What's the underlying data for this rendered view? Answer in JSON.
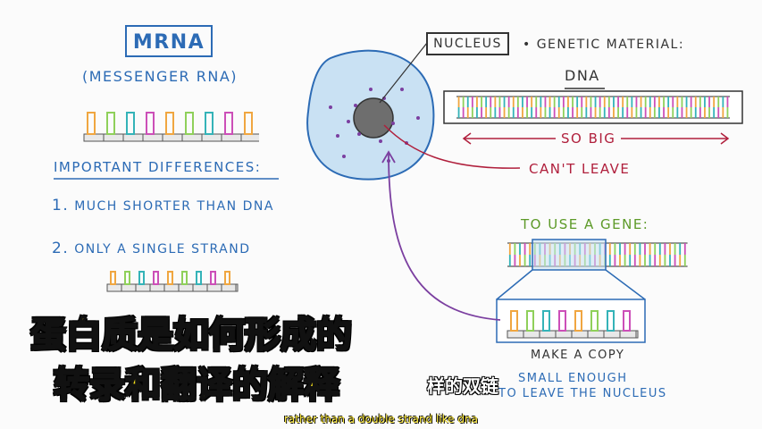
{
  "slide": {
    "mrna_title": "MRNA",
    "mrna_subtitle": "(MESSENGER RNA)",
    "differences_heading": "IMPORTANT DIFFERENCES:",
    "difference_1_num": "1.",
    "difference_1_text": "MUCH SHORTER THAN DNA",
    "difference_2_num": "2.",
    "difference_2_text": "ONLY A SINGLE STRAND",
    "nucleus_label": "NUCLEUS",
    "genetic_material": "• GENETIC MATERIAL:",
    "dna_label": "DNA",
    "so_big": "SO BIG",
    "cant_leave": "CAN'T LEAVE",
    "to_use_gene": "TO USE A GENE:",
    "make_copy": "MAKE A COPY",
    "small_enough_line1": "SMALL ENOUGH",
    "small_enough_line2": "TO LEAVE THE NUCLEUS"
  },
  "captions": {
    "overlay_line1": "蛋白质是如何形成的",
    "overlay_line2": "转录和翻译的解释",
    "subtitle_cn_fragment": "样的双链",
    "subtitle_en_fragment": "rather than a double strand like dna"
  },
  "colors": {
    "blue": "#2c6bb5",
    "dark_red": "#b01f3c",
    "green": "#5d9a28",
    "purple": "#7b3fa0",
    "cell_fill": "#c9e1f3",
    "overlay_yellow": "#f9e21a",
    "bases": [
      "#f0a640",
      "#8fd05a",
      "#34b3b8",
      "#cc4fb8"
    ]
  }
}
